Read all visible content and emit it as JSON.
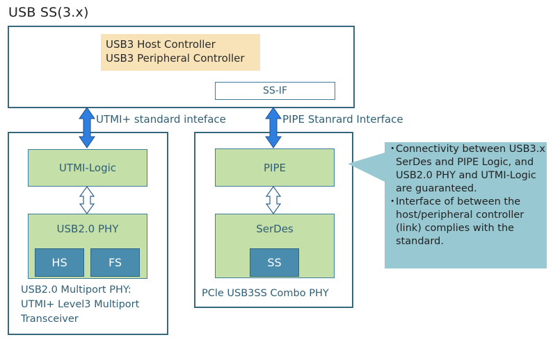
{
  "title": "USB SS(3.x)",
  "controller": {
    "lines": [
      "USB3 Host Controller",
      "USB3 Peripheral Controller"
    ],
    "interface_box": "SS-IF"
  },
  "connections": {
    "utmi_label": "UTMI+ standard inteface",
    "pipe_label": "PIPE Stanrard Interface"
  },
  "usb2_phy_block": {
    "logic": "UTMI-Logic",
    "phy": "USB2.0 PHY",
    "modes": [
      "HS",
      "FS"
    ],
    "caption_lines": [
      "USB2.0 Multiport PHY:",
      "UTMI+ Level3 Multiport",
      "Transceiver"
    ]
  },
  "combo_phy_block": {
    "logic": "PIPE",
    "phy": "SerDes",
    "modes": [
      "SS"
    ],
    "caption": "PCle USB3SS Combo PHY"
  },
  "callout": {
    "bullet": "・",
    "items": [
      "Connectivity between USB3.x SerDes and PIPE Logic, and USB2.0 PHY and UTMI-Logic are guaranteed.",
      "Interface of between the host/peripheral controller (link)  complies with the standard."
    ]
  },
  "colors": {
    "frame": "#35687d",
    "controller_fill": "#f8e3b9",
    "logic_fill": "#c5dfa8",
    "mode_fill": "#4a8cad",
    "arrow_fill": "#2f7fe0",
    "callout_fill": "#98c9d3"
  }
}
